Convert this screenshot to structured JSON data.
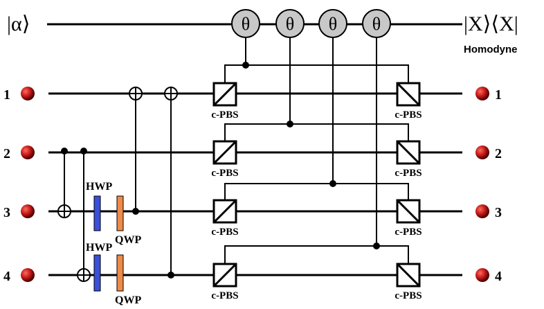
{
  "top_line": {
    "input_label": "|α⟩",
    "measurement_label": "|X⟩⟨X|",
    "measurement_caption": "Homodyne",
    "phase_gate_label": "θ"
  },
  "qubits": [
    {
      "left_label": "1",
      "right_label": "1"
    },
    {
      "left_label": "2",
      "right_label": "2"
    },
    {
      "left_label": "3",
      "right_label": "3"
    },
    {
      "left_label": "4",
      "right_label": "4"
    }
  ],
  "components": {
    "pbs_label": "c-PBS",
    "hwp_label": "HWP",
    "qwp_label": "QWP"
  },
  "colors": {
    "line": "#000000",
    "phase_gate_fill": "#c8c8c8",
    "hwp_fill": "#3a50d8",
    "qwp_fill": "#ee8a4a",
    "photon_dark": "#5a0000",
    "photon_light": "#e03030"
  }
}
